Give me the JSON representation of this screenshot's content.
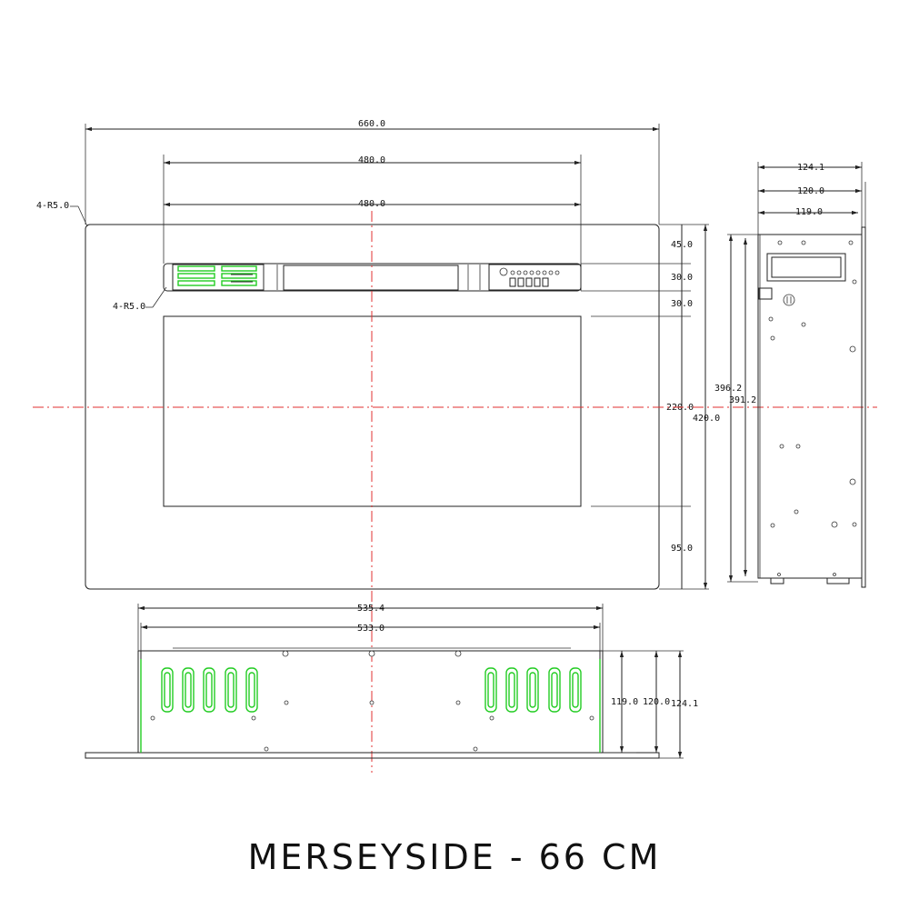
{
  "title": "MERSEYSIDE - 66 CM",
  "front_view": {
    "overall_width": "660.0",
    "frame_width": "480.0",
    "glass_width": "480.0",
    "corner_radius_outer": "4-R5.0",
    "corner_radius_inner": "4-R5.0",
    "top_margin": "45.0",
    "control_strip": "30.0",
    "gap_below_strip": "30.0",
    "glass_height": "220.0",
    "bottom_margin": "95.0",
    "overall_height": "420.0"
  },
  "side_view": {
    "depth_total": "124.1",
    "depth_body": "120.0",
    "depth_inner": "119.0",
    "height_outer": "396.2",
    "height_inner": "391.2"
  },
  "top_view": {
    "width_outer": "535.4",
    "width_inner": "533.0",
    "depth_inner": "119.0",
    "depth_body": "120.0",
    "depth_total": "124.1"
  },
  "colors": {
    "lines": "#222222",
    "centerlines": "#e03030",
    "vents": "#22cc22"
  }
}
